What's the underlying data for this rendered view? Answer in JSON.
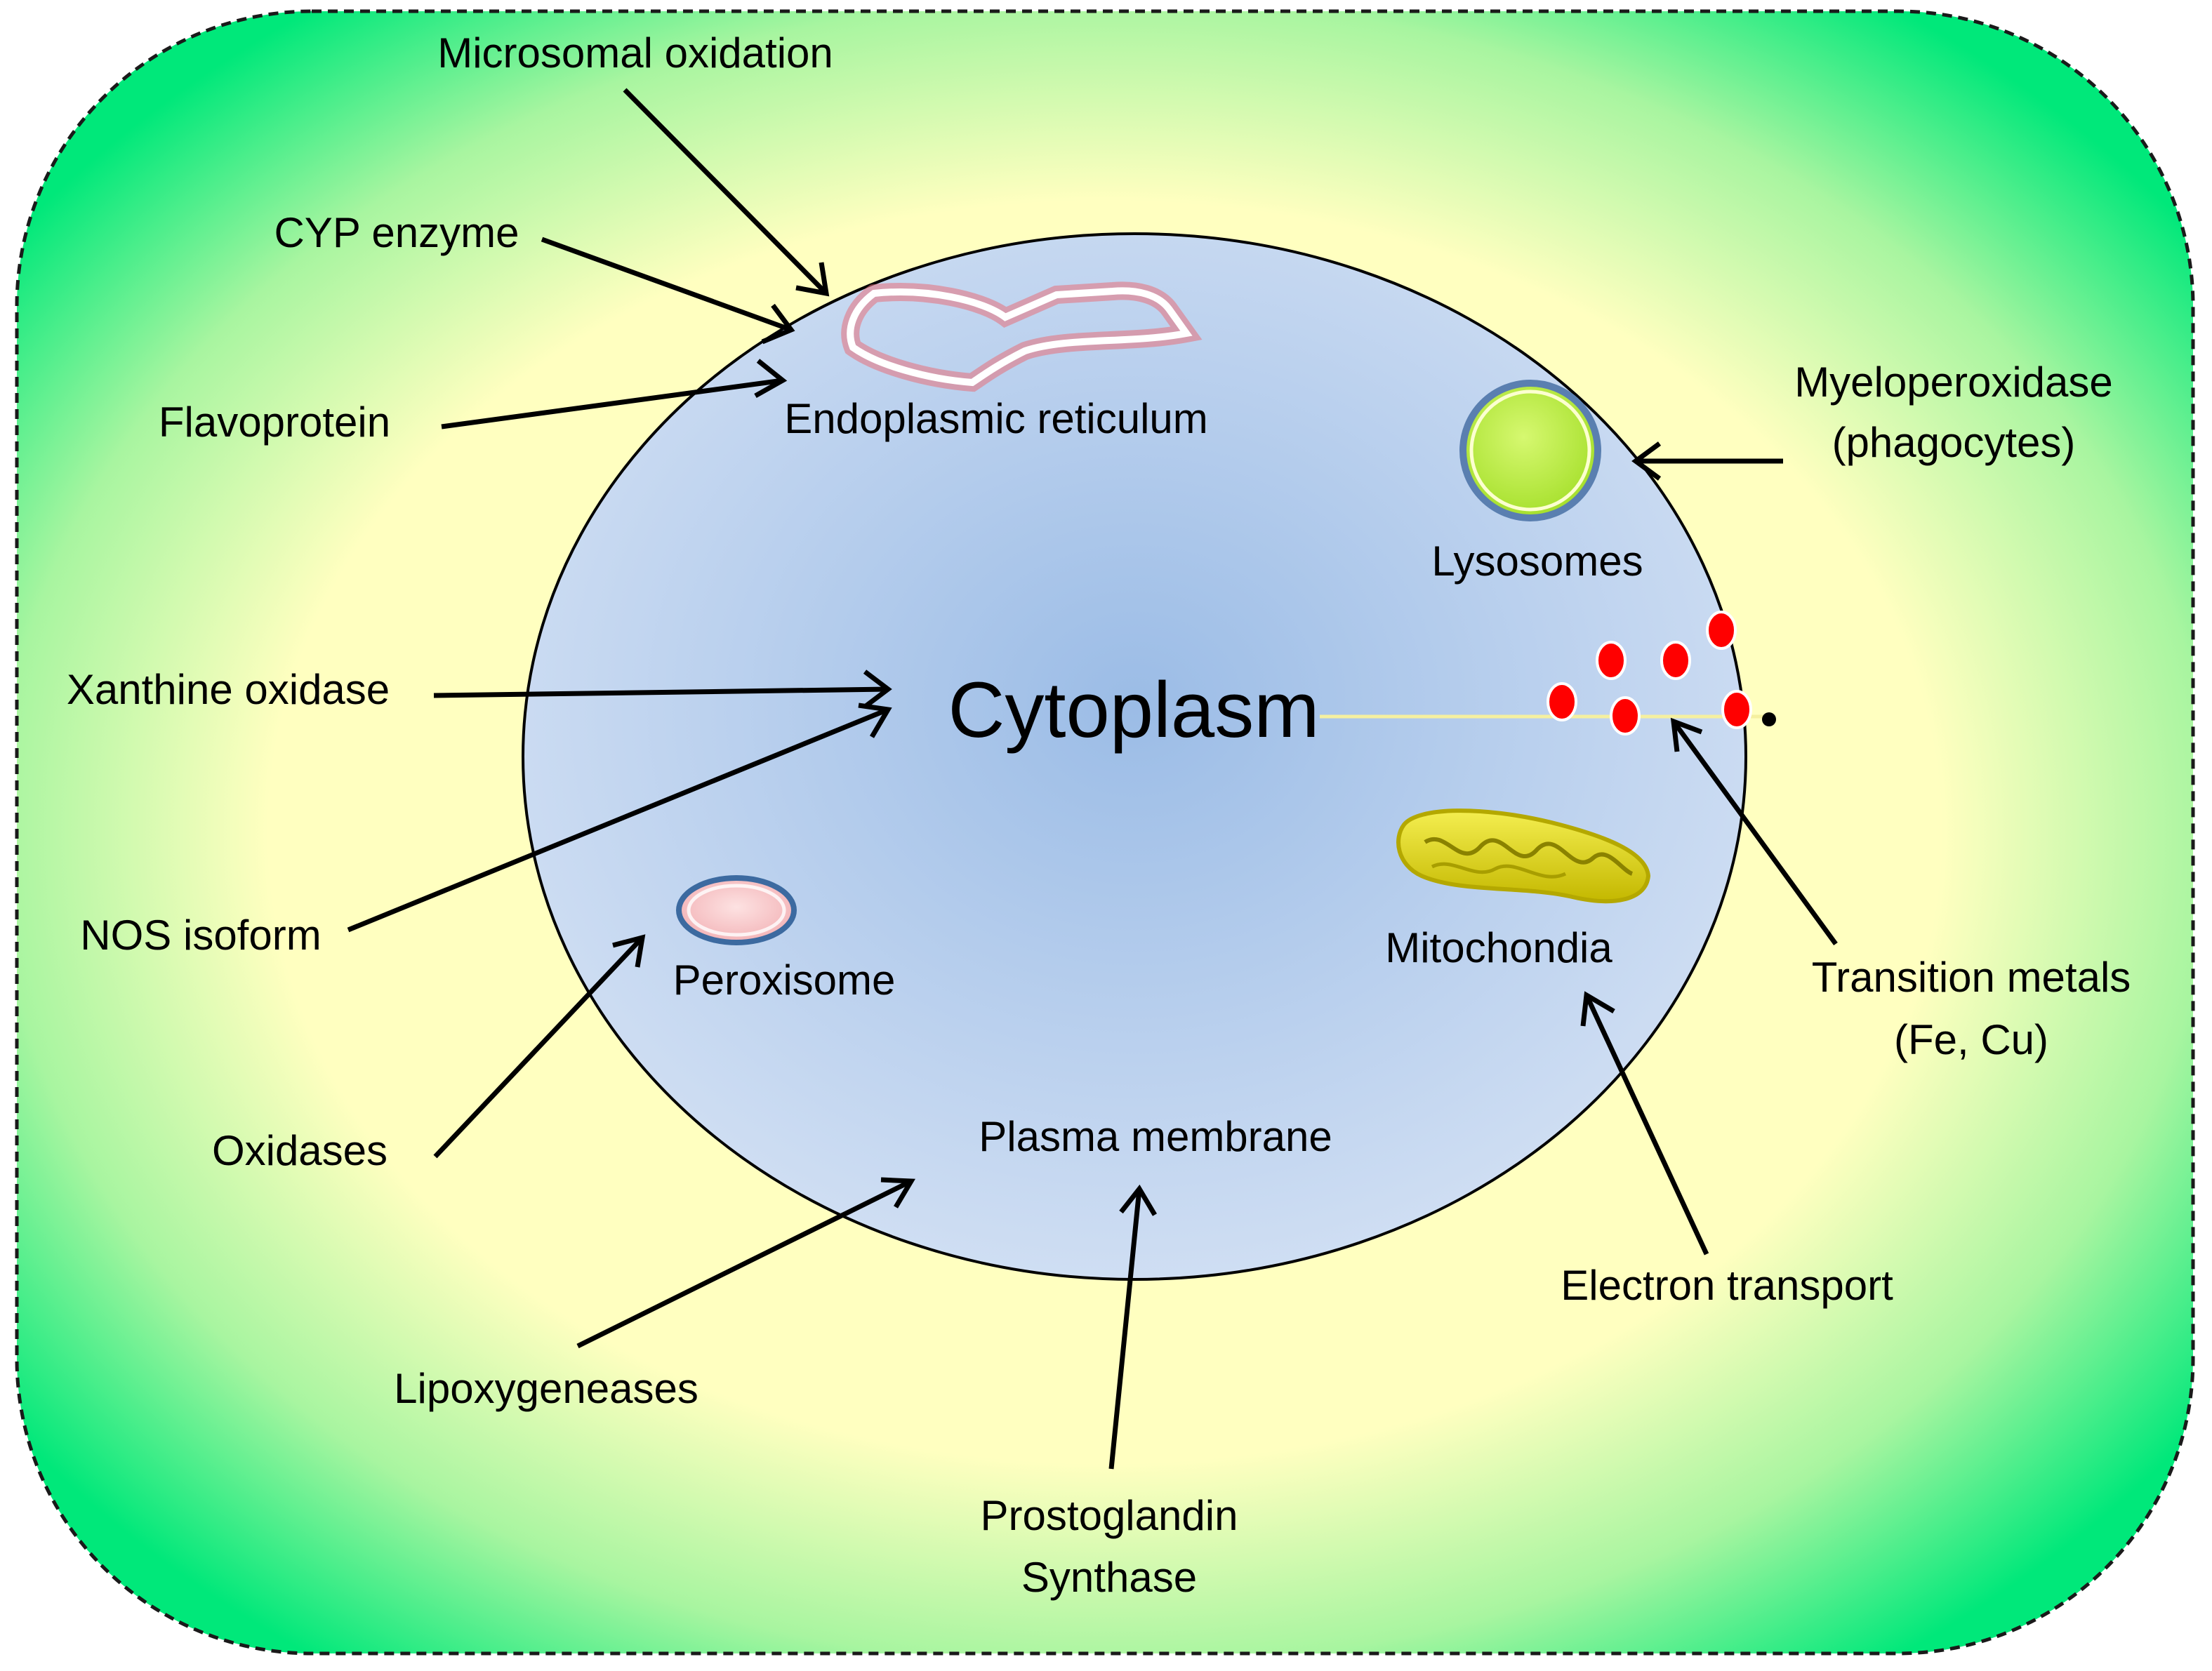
{
  "center_label": "Cytoplasm",
  "organelles": {
    "endoplasmic_reticulum": "Endoplasmic reticulum",
    "lysosomes": "Lysosomes",
    "peroxisome": "Peroxisome",
    "mitochondria": "Mitochondia",
    "plasma_membrane": "Plasma membrane"
  },
  "sources": {
    "microsomal_oxidation": "Microsomal oxidation",
    "cyp_enzyme": "CYP enzyme",
    "flavoprotein": "Flavoprotein",
    "myeloperoxidase_line1": "Myeloperoxidase",
    "myeloperoxidase_line2": "(phagocytes)",
    "xanthine_oxidase": "Xanthine oxidase",
    "nos_isoform": "NOS isoform",
    "transition_metals_line1": "Transition metals",
    "transition_metals_line2": "(Fe, Cu)",
    "oxidases": "Oxidases",
    "electron_transport": "Electron transport",
    "lipoxygeneases": "Lipoxygeneases",
    "prostoglandin_line1": "Prostoglandin",
    "prostoglandin_line2": "Synthase"
  },
  "colors": {
    "outer_edge": "#00e87a",
    "outer_center": "#ffffc0",
    "cell_center": "#9bbce6",
    "cell_edge": "#cdddf2",
    "metal_dots": "#ff0000",
    "er_glow": "#e8707a",
    "lysosome": "#b2ee3c",
    "mitochondria": "#e0d820",
    "peroxisome": "#f6c4c4"
  }
}
